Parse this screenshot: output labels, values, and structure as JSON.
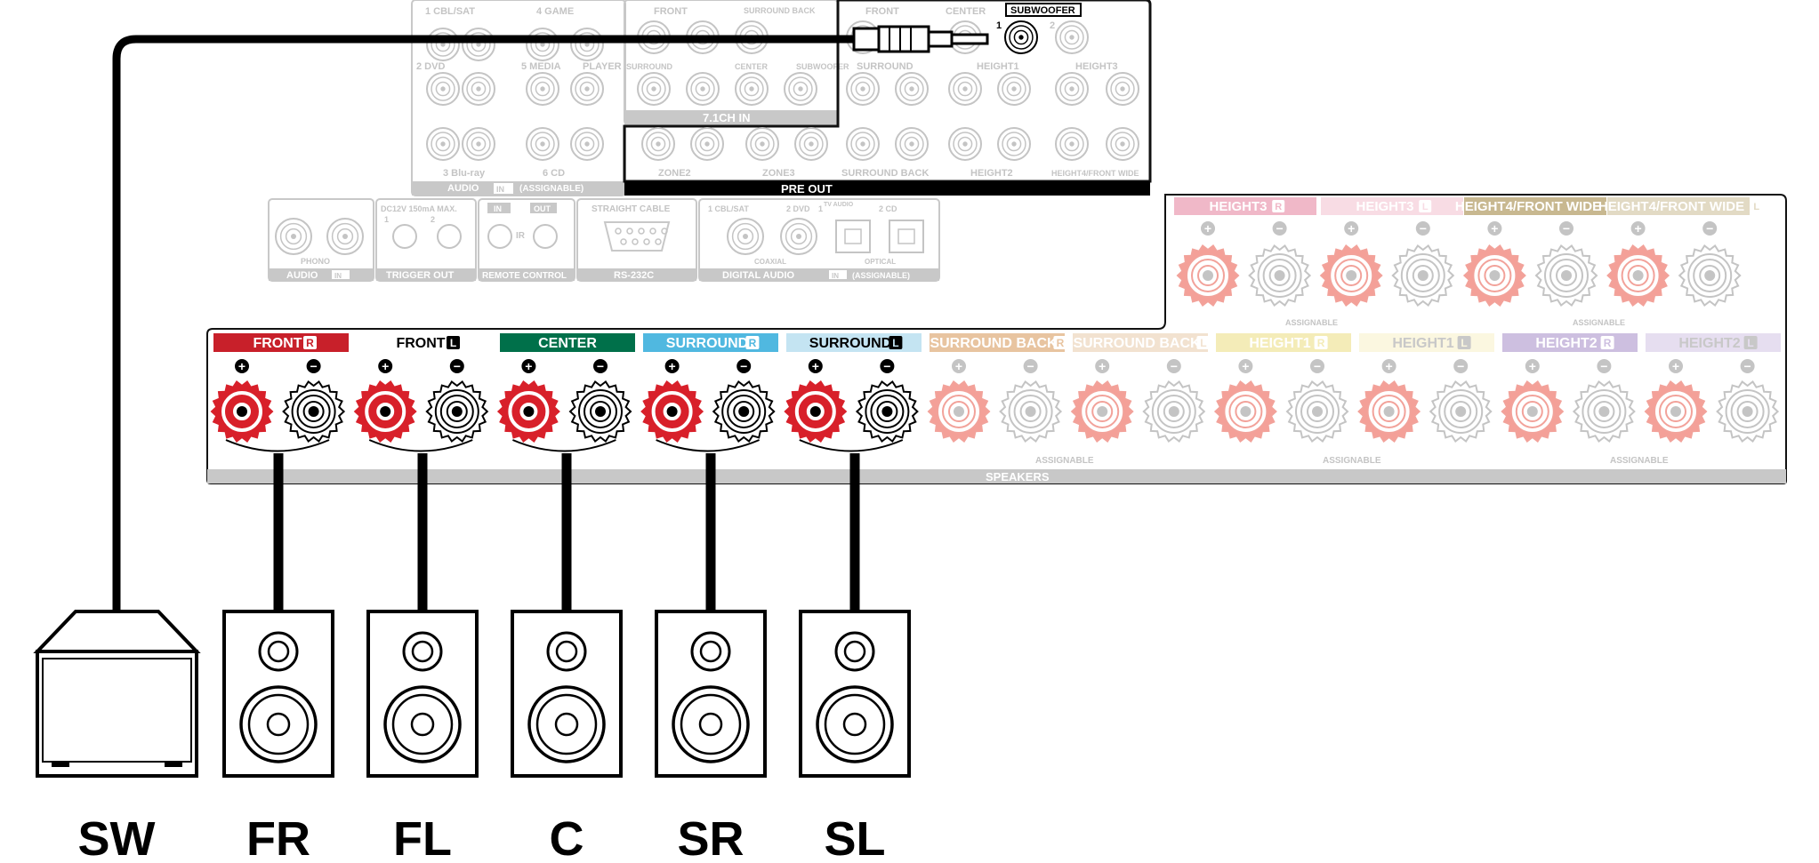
{
  "colors": {
    "front_r": "#c8202a",
    "front_l": "#ffffff",
    "center": "#00704a",
    "surround_r": "#50b8e0",
    "surround_l": "#c4e4f2",
    "surround_back_r": "#e8c4a0",
    "surround_back_l": "#f2e2d0",
    "height1_r": "#f4ecb8",
    "height1_l": "#fbf7e0",
    "height2_r": "#cdbfe0",
    "height2_l": "#e6def0",
    "height3_r": "#f0b8c8",
    "height3_l": "#f8dce4",
    "height4_r": "#c8b890",
    "height4_l": "#e2dac4",
    "faded_panel": "#c8c8c8"
  },
  "rear_panel": {
    "audio_in": {
      "labels": [
        "1 CBL/SAT",
        "4 GAME",
        "2 DVD",
        "5 MEDIA",
        "PLAYER",
        "3 Blu-ray",
        "6 CD"
      ],
      "footer": "AUDIO",
      "footer_in": "IN",
      "footer_note": "(ASSIGNABLE)"
    },
    "in71": {
      "labels": [
        "FRONT",
        "SURROUND BACK",
        "SURROUND",
        "CENTER",
        "SUBWOOFER"
      ],
      "footer": "7.1CH IN"
    },
    "pre_out": {
      "top_labels": [
        "FRONT",
        "CENTER",
        "SUBWOOFER",
        "1",
        "2"
      ],
      "mid_labels": [
        "SURROUND",
        "HEIGHT1",
        "HEIGHT3"
      ],
      "bottom_labels": [
        "ZONE2",
        "ZONE3",
        "SURROUND BACK",
        "HEIGHT2",
        "HEIGHT4/FRONT WIDE"
      ],
      "footer": "PRE OUT"
    },
    "phono": {
      "label": "PHONO",
      "footer": "AUDIO",
      "footer_in": "IN"
    },
    "trigger": {
      "label": "DC12V 150mA MAX.",
      "nums": [
        "1",
        "2"
      ],
      "footer": "TRIGGER OUT"
    },
    "remote": {
      "in": "IN",
      "out": "OUT",
      "ir": "IR",
      "footer": "REMOTE CONTROL"
    },
    "rs232c": {
      "label": "STRAIGHT CABLE",
      "footer": "RS-232C"
    },
    "digital": {
      "labels": [
        "1 CBL/SAT",
        "2 DVD",
        "1",
        "TV AUDIO",
        "2 CD",
        "COAXIAL",
        "OPTICAL"
      ],
      "footer": "DIGITAL AUDIO",
      "footer_in": "IN",
      "footer_note": "(ASSIGNABLE)"
    },
    "height_terminals": {
      "headers": [
        "HEIGHT3",
        "HEIGHT3",
        "HEIGHT4/FRONT WIDE",
        "HEIGHT4/FRONT WIDE"
      ],
      "assignable": "ASSIGNABLE"
    },
    "speakers": {
      "headers": [
        "FRONT",
        "FRONT",
        "CENTER",
        "SURROUND",
        "SURROUND",
        "SURROUND BACK",
        "SURROUND BACK",
        "HEIGHT1",
        "HEIGHT1",
        "HEIGHT2",
        "HEIGHT2"
      ],
      "assignable": "ASSIGNABLE",
      "footer": "SPEAKERS"
    },
    "r_mark": "R",
    "l_mark": "L",
    "plus": "+",
    "minus": "−"
  },
  "speaker_labels": [
    "SW",
    "FR",
    "FL",
    "C",
    "SR",
    "SL"
  ]
}
